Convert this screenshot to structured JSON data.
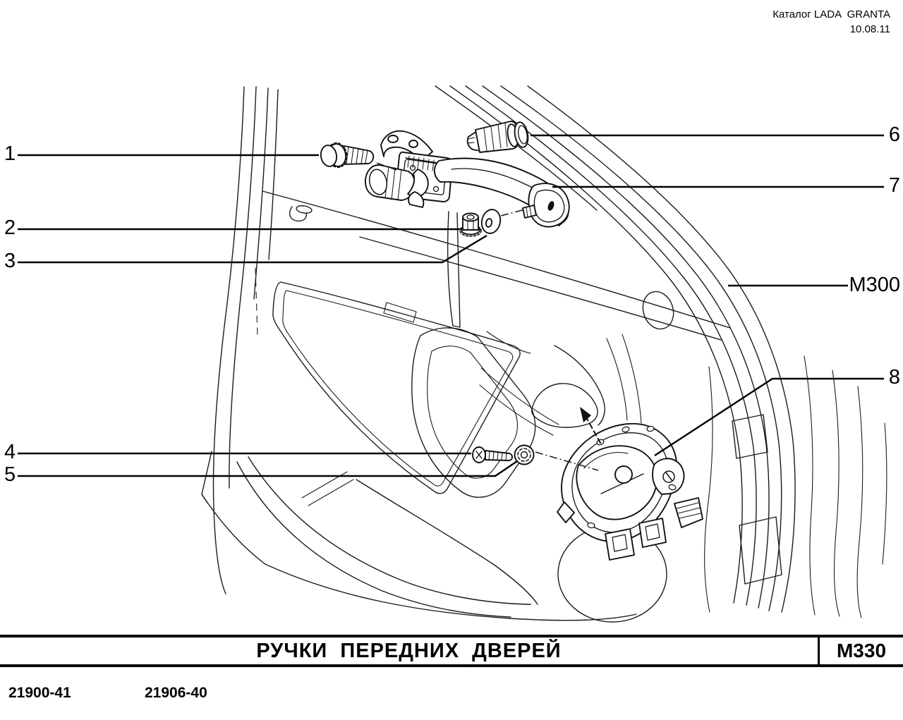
{
  "header": {
    "catalog_label": "Каталог LADA  GRANTA",
    "date": "10.08.11"
  },
  "callouts": {
    "n1": "1",
    "n2": "2",
    "n3": "3",
    "n4": "4",
    "n5": "5",
    "n6": "6",
    "n7": "7",
    "n8": "8",
    "module_ref": "M300"
  },
  "title_block": {
    "drawing_title": "РУЧКИ  ПЕРЕДНИХ  ДВЕРЕЙ",
    "sheet_code": "М330"
  },
  "footer": {
    "variant_codes": [
      "21900-41",
      "21906-40"
    ]
  }
}
